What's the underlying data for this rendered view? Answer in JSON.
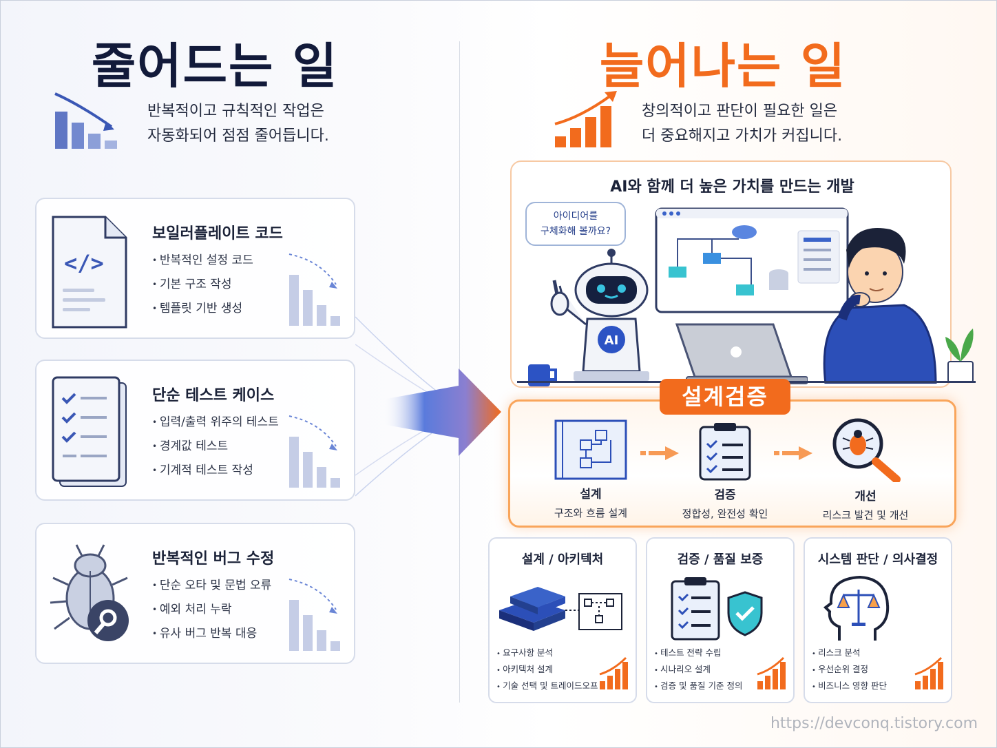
{
  "left": {
    "title": "줄어드는 일",
    "subtitle_line1": "반복적이고 규칙적인 작업은",
    "subtitle_line2": "자동화되어 점점 줄어듭니다.",
    "cards": [
      {
        "title": "보일러플레이트 코드",
        "items": [
          "반복적인 설정 코드",
          "기본 구조 작성",
          "템플릿 기반 생성"
        ],
        "icon": "code-document-icon"
      },
      {
        "title": "단순 테스트 케이스",
        "items": [
          "입력/출력 위주의 테스트",
          "경계값 테스트",
          "기계적 테스트 작성"
        ],
        "icon": "checklist-document-icon"
      },
      {
        "title": "반복적인 버그 수정",
        "items": [
          "단순 오타 및 문법 오류",
          "예외 처리 누락",
          "유사 버그 반복 대응"
        ],
        "icon": "bug-wrench-icon"
      }
    ]
  },
  "right": {
    "title": "늘어나는 일",
    "subtitle_line1": "창의적이고 판단이 필요한 일은",
    "subtitle_line2": "더 중요해지고 가치가 커집니다.",
    "scene": {
      "title": "AI와 함께 더 높은 가치를 만드는 개발",
      "bubble_line1": "아이디어를",
      "bubble_line2": "구체화해 볼까요?",
      "robot_badge": "AI"
    },
    "verify": {
      "badge": "설계검증",
      "steps": [
        {
          "name": "설계",
          "desc": "구조와 흐름 설계",
          "icon": "blueprint-icon"
        },
        {
          "name": "검증",
          "desc": "정합성, 완전성 확인",
          "icon": "clipboard-check-icon"
        },
        {
          "name": "개선",
          "desc": "리스크 발견 및 개선",
          "icon": "magnifier-bug-icon"
        }
      ]
    },
    "bottom_cards": [
      {
        "title": "설계 / 아키텍처",
        "items": [
          "요구사항 분석",
          "아키텍처 설계",
          "기술 선택 및 트레이드오프"
        ],
        "icon": "architecture-icon"
      },
      {
        "title": "검증 / 품질 보증",
        "items": [
          "테스트 전략 수립",
          "시나리오 설계",
          "검증 및 품질 기준 정의"
        ],
        "icon": "quality-shield-icon"
      },
      {
        "title": "시스템 판단 / 의사결정",
        "items": [
          "리스크 분석",
          "우선순위 결정",
          "비즈니스 영향 판단"
        ],
        "icon": "head-scale-icon"
      }
    ]
  },
  "footer": "https://devconq.tistory.com",
  "colors": {
    "navy": "#121a3a",
    "orange": "#f26b1d",
    "blue": "#3a63c9",
    "slate": "#5f6e9e"
  }
}
